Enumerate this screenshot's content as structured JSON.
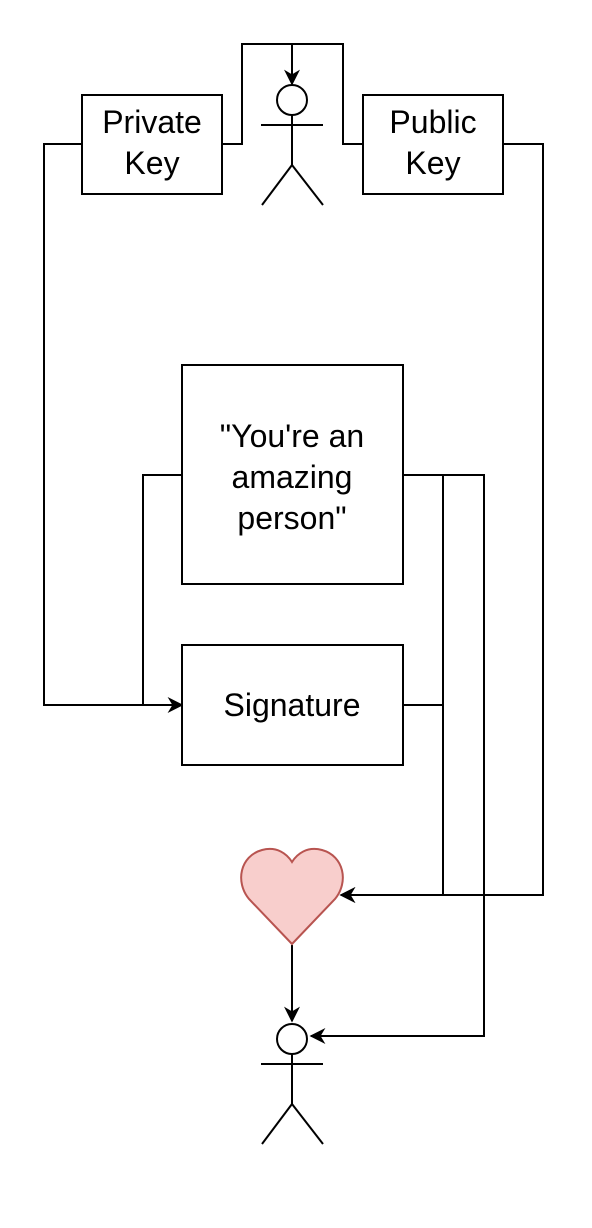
{
  "diagram": {
    "private_key": {
      "line1": "Private",
      "line2": "Key"
    },
    "public_key": {
      "line1": "Public",
      "line2": "Key"
    },
    "message": {
      "line1": "\"You're an",
      "line2": "amazing",
      "line3": "person\""
    },
    "signature": {
      "label": "Signature"
    },
    "heart": {
      "icon": "heart-icon",
      "fill": "#F8CECC",
      "stroke": "#B85450"
    },
    "sender": {
      "icon": "person-icon"
    },
    "recipient": {
      "icon": "person-icon"
    }
  }
}
